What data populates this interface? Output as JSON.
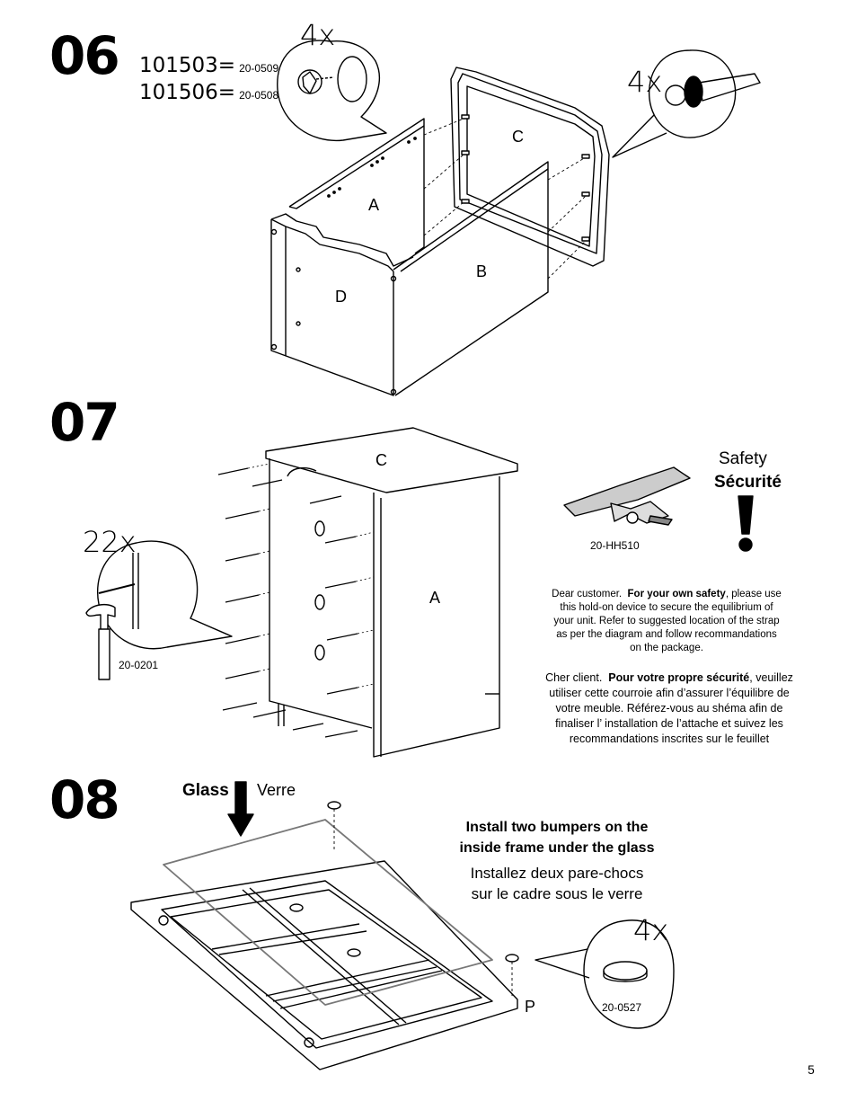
{
  "page_number": "5",
  "step06": {
    "number": "06",
    "models": [
      {
        "model": "101503=",
        "part": "20-0509"
      },
      {
        "model": "101506=",
        "part": "20-0508"
      }
    ],
    "qty_left": "4x",
    "qty_right": "4x",
    "panels": {
      "a": "A",
      "b": "B",
      "c": "C",
      "d": "D"
    }
  },
  "step07": {
    "number": "07",
    "qty": "22x",
    "nail_part": "20-0201",
    "panels": {
      "c": "C",
      "a": "A"
    },
    "strap_part": "20-HH510",
    "safety_en": "Safety",
    "safety_fr": "Sécurité",
    "note_en_pre": "Dear customer.",
    "note_en_bold": "For your own safety",
    "note_en_rest": ", please use this hold-on device to secure the equilibrium of your unit.  Refer to suggested location of the strap as per the diagram and follow recommandations on the package.",
    "note_fr_pre": "Cher client.",
    "note_fr_bold": "Pour votre propre sécurité",
    "note_fr_rest": ", veuillez utiliser cette courroie afin d’assurer l’équilibre de votre meuble.  Référez-vous au shéma afin de finaliser l’ installation de l’attache et suivez les recommandations inscrites sur le feuillet"
  },
  "step08": {
    "number": "08",
    "glass_en": "Glass",
    "glass_fr": "Verre",
    "instr_en_line1": "Install two bumpers on the",
    "instr_en_line2": "inside frame under the glass",
    "instr_fr_line1": "Installez deux pare-chocs",
    "instr_fr_line2": "sur le cadre sous le verre",
    "qty": "4x",
    "bumper_part": "20-0527",
    "panel": "P"
  }
}
